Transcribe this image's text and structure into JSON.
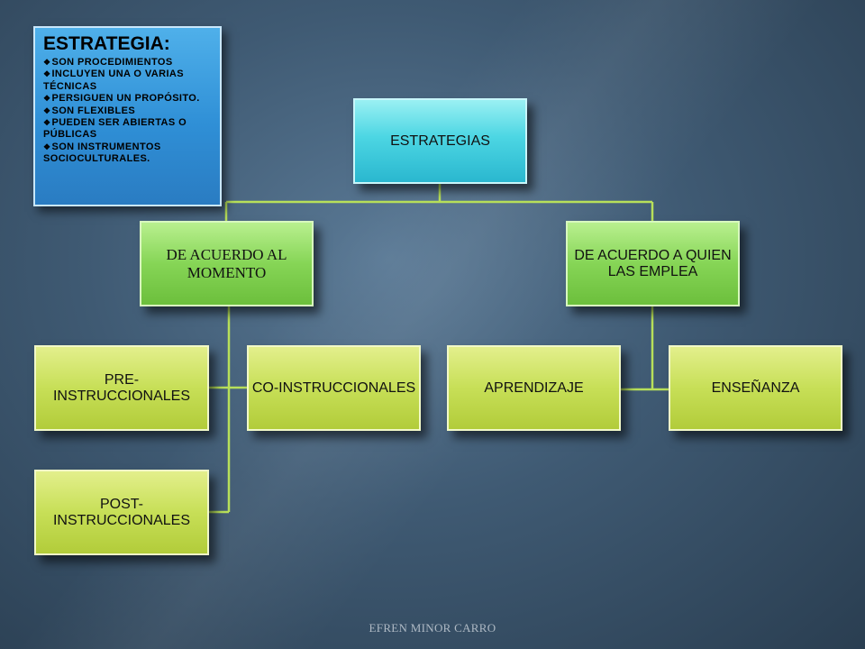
{
  "info_box": {
    "title": "ESTRATEGIA:",
    "items": [
      "SON PROCEDIMIENTOS",
      "INCLUYEN UNA O VARIAS TÉCNICAS",
      "PERSIGUEN UN PROPÓSITO.",
      "SON FLEXIBLES",
      "PUEDEN SER ABIERTAS O PÚBLICAS",
      "SON INSTRUMENTOS SOCIOCULTURALES."
    ],
    "bullet_icon": "diamond-bullet-icon",
    "colors": {
      "background": "#3a9fe0",
      "border": "#c9e7fb"
    }
  },
  "diagram": {
    "root": "ESTRATEGIAS",
    "branch_left": {
      "label": "DE ACUERDO AL MOMENTO",
      "children": [
        "PRE-INSTRUCCIONALES",
        "CO-INSTRUCCIONALES",
        "POST-INSTRUCCIONALES"
      ]
    },
    "branch_right": {
      "label": "DE ACUERDO A QUIEN LAS EMPLEA",
      "children": [
        "APRENDIZAJE",
        "ENSEÑANZA"
      ]
    },
    "colors": {
      "root": "#4cd6e3",
      "branch": "#86d556",
      "leaf": "#c7df57",
      "connector": "#b8e05a"
    }
  },
  "footer": {
    "author": "EFREN MINOR CARRO"
  }
}
